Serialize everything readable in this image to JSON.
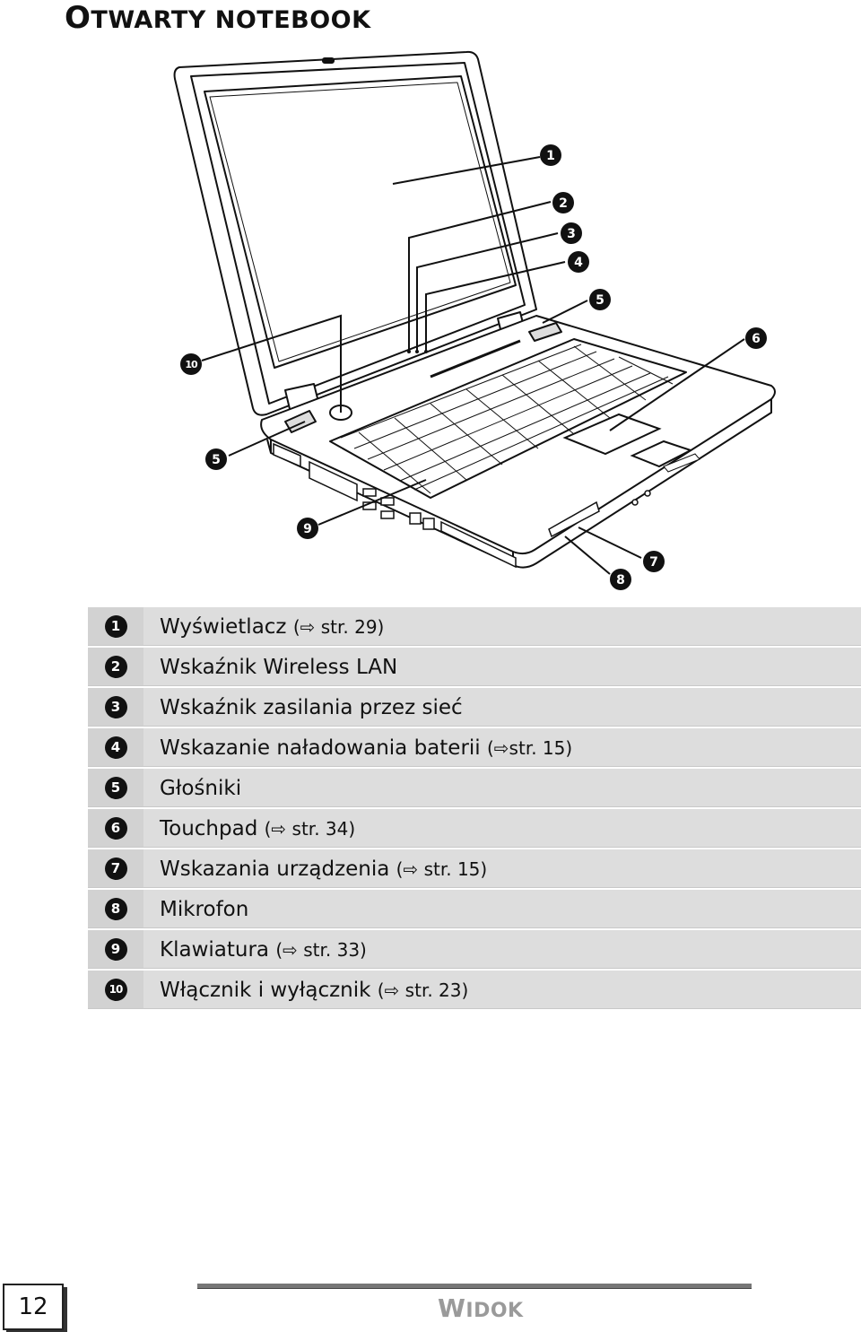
{
  "heading": {
    "first": "O",
    "rest": "TWARTY NOTEBOOK"
  },
  "callouts": [
    "1",
    "2",
    "3",
    "4",
    "5",
    "6",
    "7",
    "8",
    "9",
    "10",
    "5"
  ],
  "legend": [
    {
      "num": "1",
      "text": "Wyświetlacz",
      "ref": "(⇨ str. 29)"
    },
    {
      "num": "2",
      "text": "Wskaźnik Wireless LAN",
      "ref": ""
    },
    {
      "num": "3",
      "text": "Wskaźnik zasilania przez sieć",
      "ref": ""
    },
    {
      "num": "4",
      "text": "Wskazanie naładowania baterii",
      "ref": "(⇨str. 15)"
    },
    {
      "num": "5",
      "text": "Głośniki",
      "ref": ""
    },
    {
      "num": "6",
      "text": "Touchpad",
      "ref": "(⇨ str. 34)"
    },
    {
      "num": "7",
      "text": "Wskazania urządzenia",
      "ref": "(⇨ str. 15)"
    },
    {
      "num": "8",
      "text": "Mikrofon",
      "ref": ""
    },
    {
      "num": "9",
      "text": "Klawiatura",
      "ref": "(⇨ str. 33)"
    },
    {
      "num": "10",
      "text": "Włącznik i wyłącznik",
      "ref": "(⇨ str. 23)"
    }
  ],
  "footer": {
    "page_number": "12",
    "section_first": "W",
    "section_rest": "IDOK"
  }
}
